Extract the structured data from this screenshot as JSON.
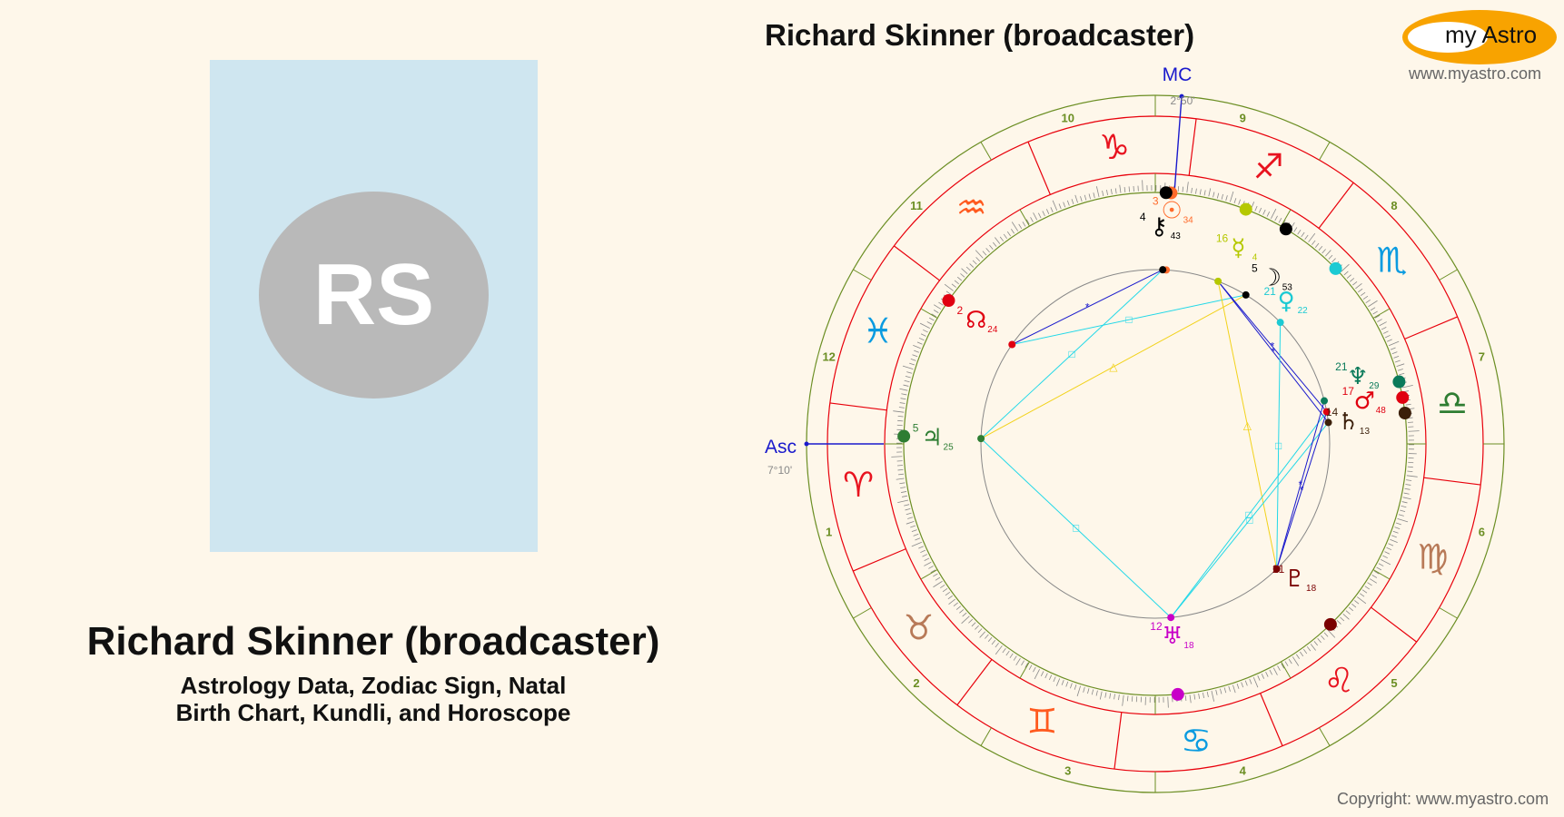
{
  "profile": {
    "initials": "RS",
    "name": "Richard Skinner (broadcaster)",
    "subtitle_line1": "Astrology Data, Zodiac Sign, Natal",
    "subtitle_line2": "Birth Chart, Kundli, and Horoscope"
  },
  "chart_header": {
    "title": "Richard Skinner (broadcaster)",
    "logo_text": "my Astro",
    "site_url": "www.myastro.com",
    "copyright": "Copyright: www.myastro.com"
  },
  "colors": {
    "background": "#fef7ea",
    "photo_bg": "#cfe6f0",
    "avatar": "#b9b9b9",
    "logo_orange": "#f8a300",
    "ring_green": "#6b8e23",
    "ring_red": "#e8000b",
    "fire": "#e8131f",
    "earth": "#b87a58",
    "air": "#ff5a1f",
    "water": "#0a9be0"
  },
  "chart_data": {
    "type": "natal-wheel",
    "house_system": "equal",
    "angles": {
      "asc": {
        "label": "Asc",
        "degree_text": "7°10'",
        "longitude": 7.17
      },
      "mc": {
        "label": "MC",
        "degree_text": "2°50'",
        "longitude": 272.83
      }
    },
    "signs": [
      {
        "name": "Aries",
        "glyph": "♈",
        "element": "fire"
      },
      {
        "name": "Taurus",
        "glyph": "♉",
        "element": "earth"
      },
      {
        "name": "Gemini",
        "glyph": "♊",
        "element": "air"
      },
      {
        "name": "Cancer",
        "glyph": "♋",
        "element": "water"
      },
      {
        "name": "Leo",
        "glyph": "♌",
        "element": "fire"
      },
      {
        "name": "Virgo",
        "glyph": "♍",
        "element": "earth"
      },
      {
        "name": "Libra",
        "glyph": "♎",
        "element": "air_green"
      },
      {
        "name": "Scorpio",
        "glyph": "♏",
        "element": "water"
      },
      {
        "name": "Sagittarius",
        "glyph": "♐",
        "element": "fire"
      },
      {
        "name": "Capricorn",
        "glyph": "♑",
        "element": "fire"
      },
      {
        "name": "Aquarius",
        "glyph": "♒",
        "element": "air"
      },
      {
        "name": "Pisces",
        "glyph": "♓",
        "element": "water"
      }
    ],
    "houses": [
      "1",
      "2",
      "3",
      "4",
      "5",
      "6",
      "7",
      "8",
      "9",
      "10",
      "11",
      "12"
    ],
    "planets": [
      {
        "name": "Sun",
        "glyph": "☉",
        "color": "#ff6a2a",
        "longitude": 273.57,
        "deg": "3",
        "min": "34",
        "sign": "Capricorn"
      },
      {
        "name": "Chiron",
        "glyph": "⚷",
        "color": "#000000",
        "longitude": 274.72,
        "deg": "4",
        "min": "43",
        "sign": "Capricorn"
      },
      {
        "name": "Mercury",
        "glyph": "☿",
        "color": "#b5c800",
        "longitude": 256.07,
        "deg": "16",
        "min": "4",
        "sign": "Sagittarius"
      },
      {
        "name": "Moon",
        "glyph": "☽",
        "color": "#000000",
        "longitude": 245.88,
        "deg": "5",
        "min": "53",
        "sign": "Sagittarius"
      },
      {
        "name": "Venus",
        "glyph": "♀",
        "color": "#1ccad3",
        "longitude": 231.37,
        "deg": "21",
        "min": "22",
        "sign": "Scorpio"
      },
      {
        "name": "Neptune",
        "glyph": "♆",
        "color": "#0a7a5a",
        "longitude": 201.48,
        "deg": "21",
        "min": "29",
        "sign": "Libra"
      },
      {
        "name": "Mars",
        "glyph": "♂",
        "color": "#e00010",
        "longitude": 197.8,
        "deg": "17",
        "min": "48",
        "sign": "Libra"
      },
      {
        "name": "Saturn",
        "glyph": "♄",
        "color": "#3b1f0a",
        "longitude": 194.22,
        "deg": "14",
        "min": "13",
        "sign": "Libra"
      },
      {
        "name": "Pluto",
        "glyph": "♇",
        "color": "#7a0000",
        "longitude": 141.3,
        "deg": "21",
        "min": "18",
        "sign": "Leo"
      },
      {
        "name": "Uranus",
        "glyph": "♅",
        "color": "#c800c8",
        "longitude": 102.3,
        "deg": "12",
        "min": "18",
        "sign": "Cancer"
      },
      {
        "name": "Jupiter",
        "glyph": "♃",
        "color": "#2e7d32",
        "longitude": 5.42,
        "deg": "5",
        "min": "25",
        "sign": "Aries"
      },
      {
        "name": "North Node",
        "glyph": "☊",
        "color": "#e00010",
        "longitude": 332.4,
        "deg": "2",
        "min": "24",
        "sign": "Pisces"
      }
    ],
    "aspects": [
      {
        "p1": "Chiron",
        "p2": "North Node",
        "type": "sextile",
        "color": "#1a1acc"
      },
      {
        "p1": "North Node",
        "p2": "Moon",
        "type": "square",
        "color": "#22d8e8"
      },
      {
        "p1": "Chiron",
        "p2": "Jupiter",
        "type": "square",
        "color": "#22d8e8"
      },
      {
        "p1": "Jupiter",
        "p2": "Moon",
        "type": "trine",
        "color": "#f2d21a"
      },
      {
        "p1": "Jupiter",
        "p2": "Uranus",
        "type": "square",
        "color": "#22d8e8"
      },
      {
        "p1": "Mercury",
        "p2": "Pluto",
        "type": "trine",
        "color": "#f2d21a"
      },
      {
        "p1": "Mercury",
        "p2": "Mars",
        "type": "sextile",
        "color": "#1a1acc"
      },
      {
        "p1": "Mercury",
        "p2": "Saturn",
        "type": "sextile",
        "color": "#1a1acc"
      },
      {
        "p1": "Venus",
        "p2": "Pluto",
        "type": "square",
        "color": "#22d8e8"
      },
      {
        "p1": "Uranus",
        "p2": "Mars",
        "type": "square",
        "color": "#22d8e8"
      },
      {
        "p1": "Uranus",
        "p2": "Saturn",
        "type": "square",
        "color": "#22d8e8"
      },
      {
        "p1": "Pluto",
        "p2": "Mars",
        "type": "sextile",
        "color": "#1a1acc"
      },
      {
        "p1": "Pluto",
        "p2": "Neptune",
        "type": "sextile",
        "color": "#1a1acc"
      }
    ]
  }
}
